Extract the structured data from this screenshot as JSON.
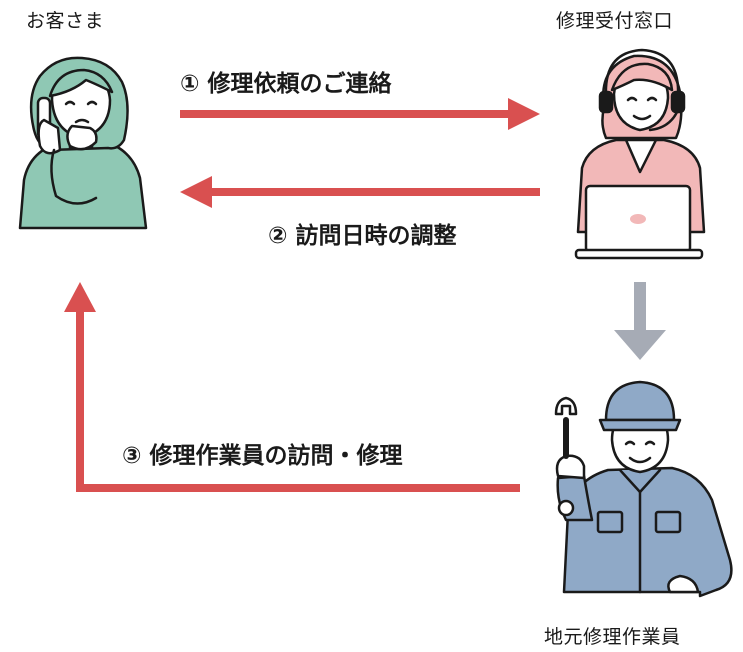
{
  "roles": {
    "customer": "お客さま",
    "reception": "修理受付窓口",
    "technician": "地元修理作業員"
  },
  "steps": [
    {
      "label": "① 修理依頼のご連絡"
    },
    {
      "label": "② 訪問日時の調整"
    },
    {
      "label": "③ 修理作業員の訪問・修理"
    }
  ],
  "colors": {
    "arrow_red": "#d95050",
    "arrow_gray": "#a6abb5",
    "customer_green": "#8fc8b4",
    "operator_pink": "#f2b8b8",
    "worker_blue": "#8fa9c7"
  }
}
